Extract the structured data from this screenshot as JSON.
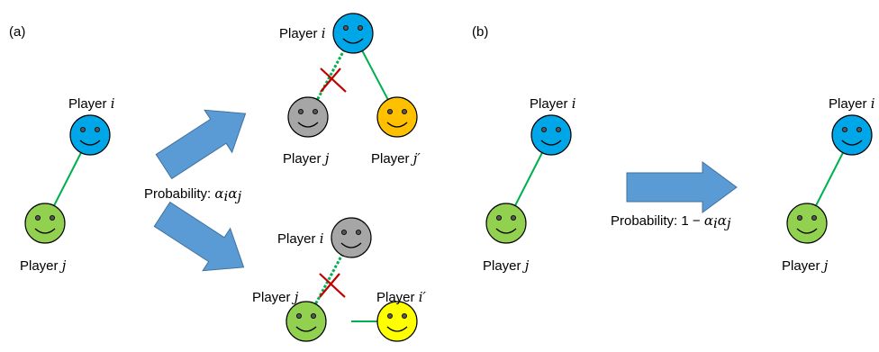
{
  "panels": {
    "a": "(a)",
    "b": "(b)"
  },
  "player_word": "Player",
  "idx": {
    "i": "i",
    "j": "j",
    "i_prime": "i′",
    "j_prime": "j′"
  },
  "prob_label": "Probability:",
  "prob_a": {
    "a1": "α",
    "s1": "i",
    "a2": "α",
    "s2": "j"
  },
  "prob_b": {
    "one": "1",
    "minus": "−",
    "a1": "α",
    "s1": "i",
    "a2": "α",
    "s2": "j"
  },
  "colors": {
    "blue": "#00A7E8",
    "green": "#92D050",
    "gray": "#A6A6A6",
    "orange": "#FFC000",
    "yellow": "#FFFF00",
    "link": "#00B050",
    "arrow": "#5B9BD5",
    "cross": "#C00000"
  },
  "icons": {
    "face": "smiley-face-icon",
    "arrow": "block-arrow-icon",
    "cross": "cut-mark-icon"
  }
}
